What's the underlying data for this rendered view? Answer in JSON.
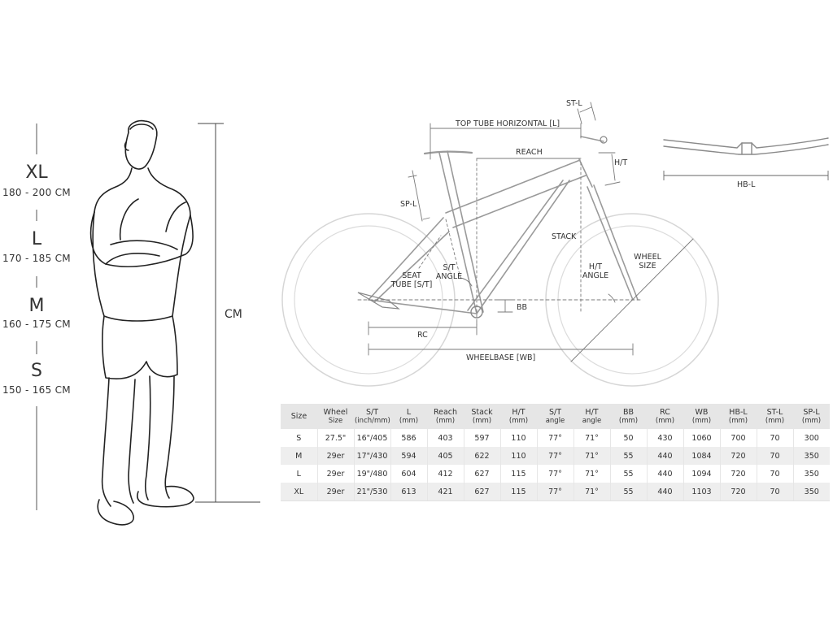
{
  "size_scale": {
    "sizes": [
      {
        "letter": "XL",
        "range": "180 - 200 CM"
      },
      {
        "letter": "L",
        "range": "170 - 185 CM"
      },
      {
        "letter": "M",
        "range": "160 - 175 CM"
      },
      {
        "letter": "S",
        "range": "150 - 165 CM"
      }
    ],
    "height_label": "CM"
  },
  "diagram_labels": {
    "st_l": "ST-L",
    "top_tube": "TOP TUBE HORIZONTAL [L]",
    "reach": "REACH",
    "h_t": "H/T",
    "hb_l": "HB-L",
    "sp_l": "SP-L",
    "stack": "STACK",
    "wheel_size_1": "WHEEL",
    "wheel_size_2": "SIZE",
    "st_angle_1": "S/T",
    "st_angle_2": "ANGLE",
    "seat_tube_1": "SEAT",
    "seat_tube_2": "TUBE [S/T]",
    "ht_angle_1": "H/T",
    "ht_angle_2": "ANGLE",
    "bb": "BB",
    "rc": "RC",
    "wheelbase": "WHEELBASE [WB]"
  },
  "table": {
    "headers": [
      {
        "name": "Size",
        "unit": ""
      },
      {
        "name": "Wheel",
        "unit": "Size"
      },
      {
        "name": "S/T",
        "unit": "(inch/mm)"
      },
      {
        "name": "L",
        "unit": "(mm)"
      },
      {
        "name": "Reach",
        "unit": "(mm)"
      },
      {
        "name": "Stack",
        "unit": "(mm)"
      },
      {
        "name": "H/T",
        "unit": "(mm)"
      },
      {
        "name": "S/T",
        "unit": "angle"
      },
      {
        "name": "H/T",
        "unit": "angle"
      },
      {
        "name": "BB",
        "unit": "(mm)"
      },
      {
        "name": "RC",
        "unit": "(mm)"
      },
      {
        "name": "WB",
        "unit": "(mm)"
      },
      {
        "name": "HB-L",
        "unit": "(mm)"
      },
      {
        "name": "ST-L",
        "unit": "(mm)"
      },
      {
        "name": "SP-L",
        "unit": "(mm)"
      }
    ],
    "rows": [
      [
        "S",
        "27.5\"",
        "16\"/405",
        "586",
        "403",
        "597",
        "110",
        "77°",
        "71°",
        "50",
        "430",
        "1060",
        "700",
        "70",
        "300"
      ],
      [
        "M",
        "29er",
        "17\"/430",
        "594",
        "405",
        "622",
        "110",
        "77°",
        "71°",
        "55",
        "440",
        "1084",
        "720",
        "70",
        "350"
      ],
      [
        "L",
        "29er",
        "19\"/480",
        "604",
        "412",
        "627",
        "115",
        "77°",
        "71°",
        "55",
        "440",
        "1094",
        "720",
        "70",
        "350"
      ],
      [
        "XL",
        "29er",
        "21\"/530",
        "613",
        "421",
        "627",
        "115",
        "77°",
        "71°",
        "55",
        "440",
        "1103",
        "720",
        "70",
        "350"
      ]
    ]
  }
}
